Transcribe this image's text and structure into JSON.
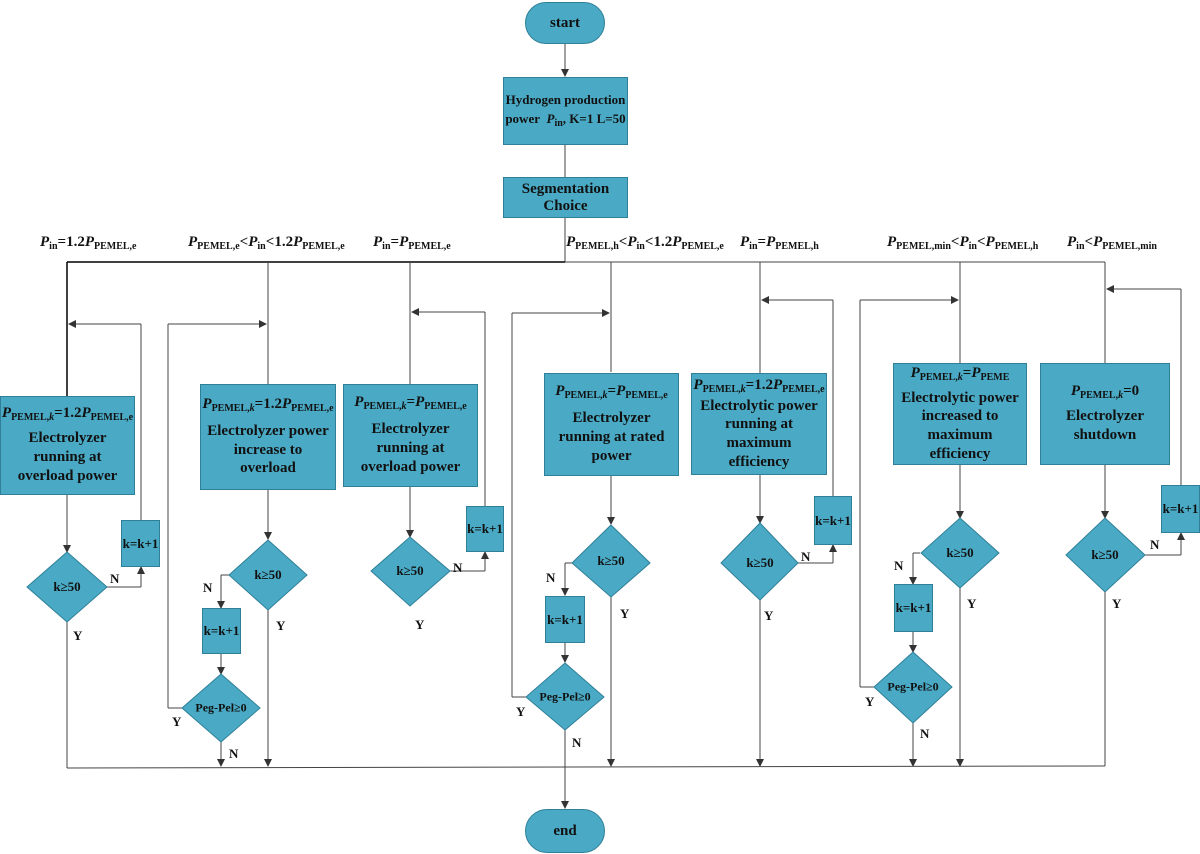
{
  "start": "start",
  "end": "end",
  "init": {
    "line1": "Hydrogen production",
    "line2_prefix": "power",
    "line2_suffix": ",  K=1  L=50"
  },
  "segmentation": "Segmentation Choice",
  "branches": {
    "b1": "1.2",
    "b2": "1.2",
    "b4": "1.2"
  },
  "processes": {
    "p1_text": "Electrolyzer running at overload power",
    "p2_text": "Electrolyzer power increase to overload",
    "p3_text": "Electrolyzer running at overload power",
    "p4_text": "Electrolyzer running at rated power",
    "p5_text": "Electrolytic power running at maximum efficiency",
    "p6_text": "Electrolytic power increased to maximum efficiency",
    "p7_text": "Electrolyzer shutdown",
    "p7_eq": "=0"
  },
  "decision_k": "k≥50",
  "decision_peg": "Peg-Pel≥0",
  "increment": "k=k+1",
  "yes": "Y",
  "no": "N"
}
